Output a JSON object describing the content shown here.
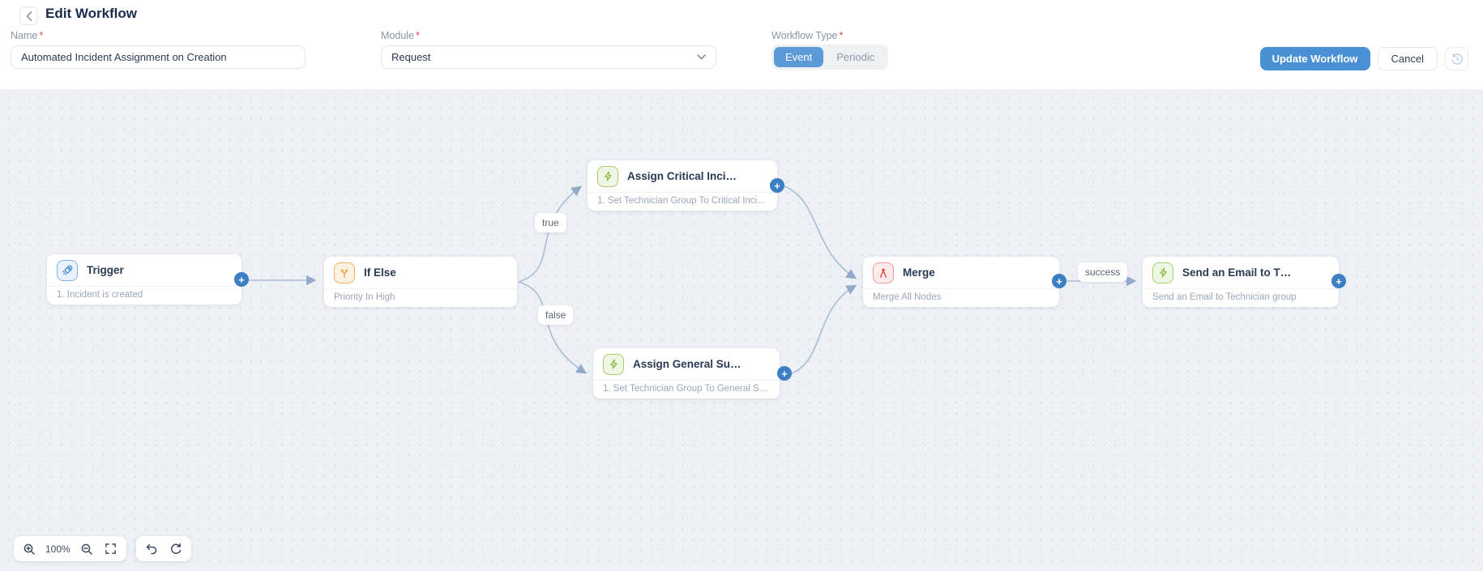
{
  "header": {
    "title": "Edit Workflow",
    "back_icon": "chevron-left-icon",
    "name_field": {
      "label": "Name",
      "required_mark": "*",
      "value": "Automated Incident Assignment on Creation"
    },
    "module_field": {
      "label": "Module",
      "required_mark": "*",
      "value": "Request",
      "chevron": "⌄"
    },
    "workflow_type": {
      "label": "Workflow Type",
      "required_mark": "*",
      "options": [
        {
          "label": "Event",
          "selected": true
        },
        {
          "label": "Periodic",
          "selected": false
        }
      ]
    },
    "actions": {
      "update_label": "Update Workflow",
      "cancel_label": "Cancel",
      "history_icon": "restore-history-icon"
    },
    "accent_color": "#4a90d5"
  },
  "canvas": {
    "nodes": [
      {
        "id": "trigger",
        "title": "Trigger",
        "subtitle": "1. Incident is created",
        "icon": "rocket-icon",
        "color": "blue"
      },
      {
        "id": "if-else",
        "title": "If Else",
        "subtitle": "Priority In High",
        "icon": "branch-icon",
        "color": "orange"
      },
      {
        "id": "assign-critical",
        "title": "Assign Critical Inci…",
        "subtitle": "1. Set Technician Group To Critical Inci…",
        "icon": "bolt-icon",
        "color": "green"
      },
      {
        "id": "assign-general",
        "title": "Assign General Su…",
        "subtitle": "1. Set Technician Group To General Su…",
        "icon": "bolt-icon",
        "color": "green"
      },
      {
        "id": "merge",
        "title": "Merge",
        "subtitle": "Merge All Nodes",
        "icon": "merge-icon",
        "color": "red"
      },
      {
        "id": "send-email",
        "title": "Send an Email to T…",
        "subtitle": "Send an Email to Technician group",
        "icon": "bolt-icon",
        "color": "green"
      }
    ],
    "edge_labels": {
      "true_label": "true",
      "false_label": "false",
      "success_label": "success"
    },
    "plus_icon": "+",
    "edge_color": "#a9bdd6",
    "controls": {
      "zoom_level": "100%",
      "icons": [
        "zoom-in-icon",
        "zoom-out-icon",
        "fit-screen-icon",
        "undo-icon",
        "redo-icon"
      ]
    }
  }
}
